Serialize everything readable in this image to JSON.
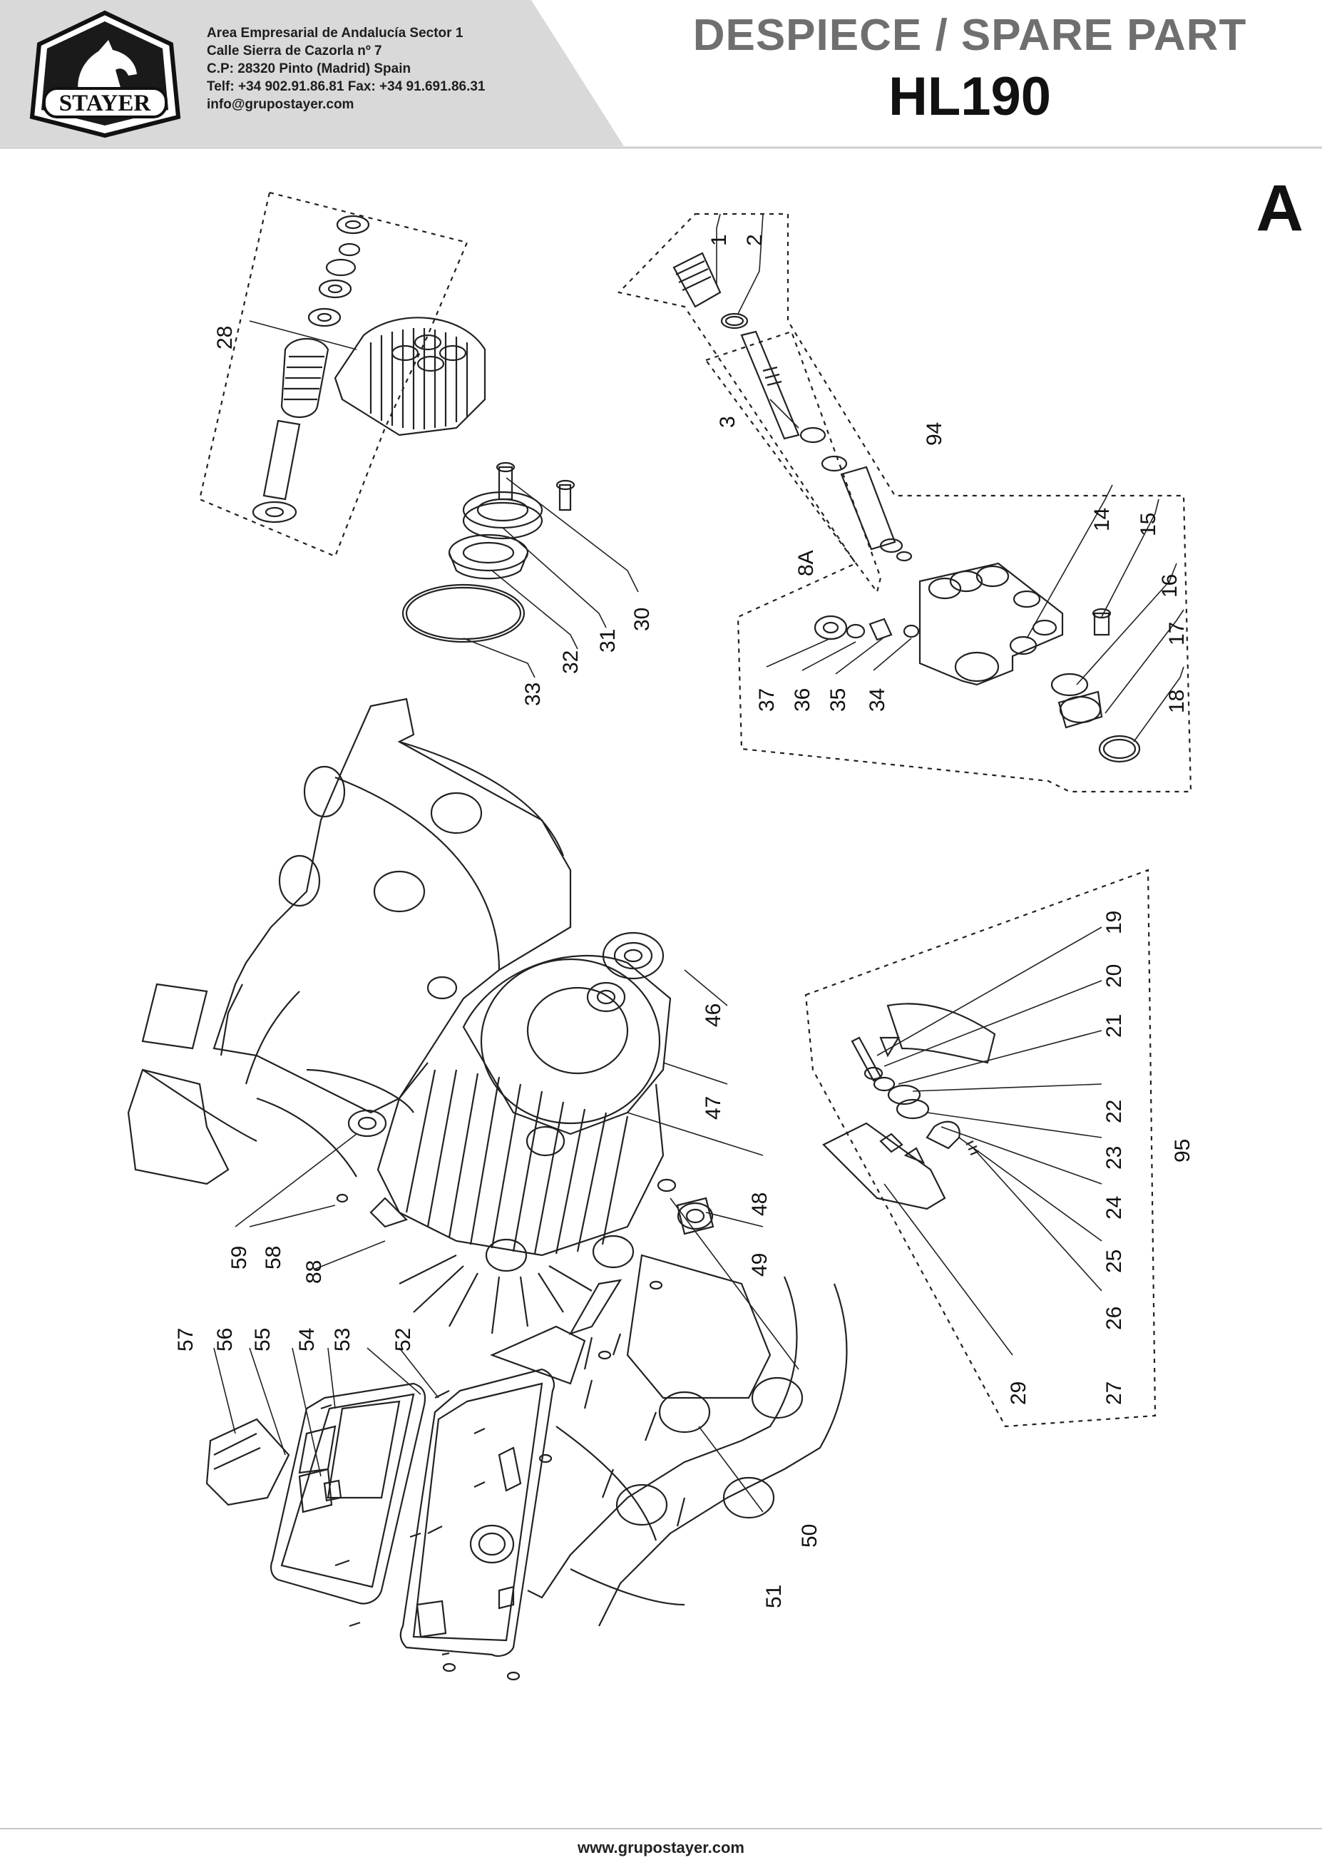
{
  "header": {
    "brand": "STAYER",
    "address_lines": [
      "Area Empresarial de Andalucía Sector 1",
      "Calle Sierra de Cazorla nº 7",
      "C.P: 28320 Pinto (Madrid) Spain",
      "Telf: +34 902.91.86.81 Fax: +34 91.691.86.31",
      "info@grupostayer.com"
    ],
    "title": "DESPIECE / SPARE PART",
    "model": "HL190"
  },
  "sheet_letter": "A",
  "part_labels": {
    "p1": "1",
    "p2": "2",
    "p3": "3",
    "p8a": "8A",
    "p94": "94",
    "p14": "14",
    "p15": "15",
    "p16": "16",
    "p17": "17",
    "p18": "18",
    "p28": "28",
    "p30": "30",
    "p31": "31",
    "p32": "32",
    "p33": "33",
    "p34": "34",
    "p35": "35",
    "p36": "36",
    "p37": "37",
    "p19": "19",
    "p20": "20",
    "p21": "21",
    "p22": "22",
    "p23": "23",
    "p24": "24",
    "p25": "25",
    "p26": "26",
    "p27": "27",
    "p29": "29",
    "p95": "95",
    "p46": "46",
    "p47": "47",
    "p48": "48",
    "p49": "49",
    "p50": "50",
    "p51": "51",
    "p52": "52",
    "p53": "53",
    "p54": "54",
    "p55": "55",
    "p56": "56",
    "p57": "57",
    "p58": "58",
    "p59": "59",
    "p88": "88"
  },
  "footer": {
    "website": "www.grupostayer.com"
  },
  "colors": {
    "header_band": "#d9d9d9",
    "title_gray": "#6f6f6f",
    "line": "#222222"
  }
}
